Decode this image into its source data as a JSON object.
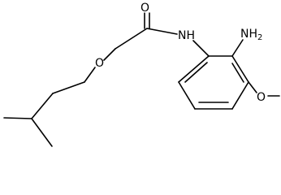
{
  "atoms": {
    "carbonyl_oxygen": "O",
    "amide_nitrogen": "NH",
    "amine": {
      "element": "NH",
      "subscript": "2"
    },
    "ether_oxygen": "O",
    "methoxy_oxygen": "O"
  }
}
